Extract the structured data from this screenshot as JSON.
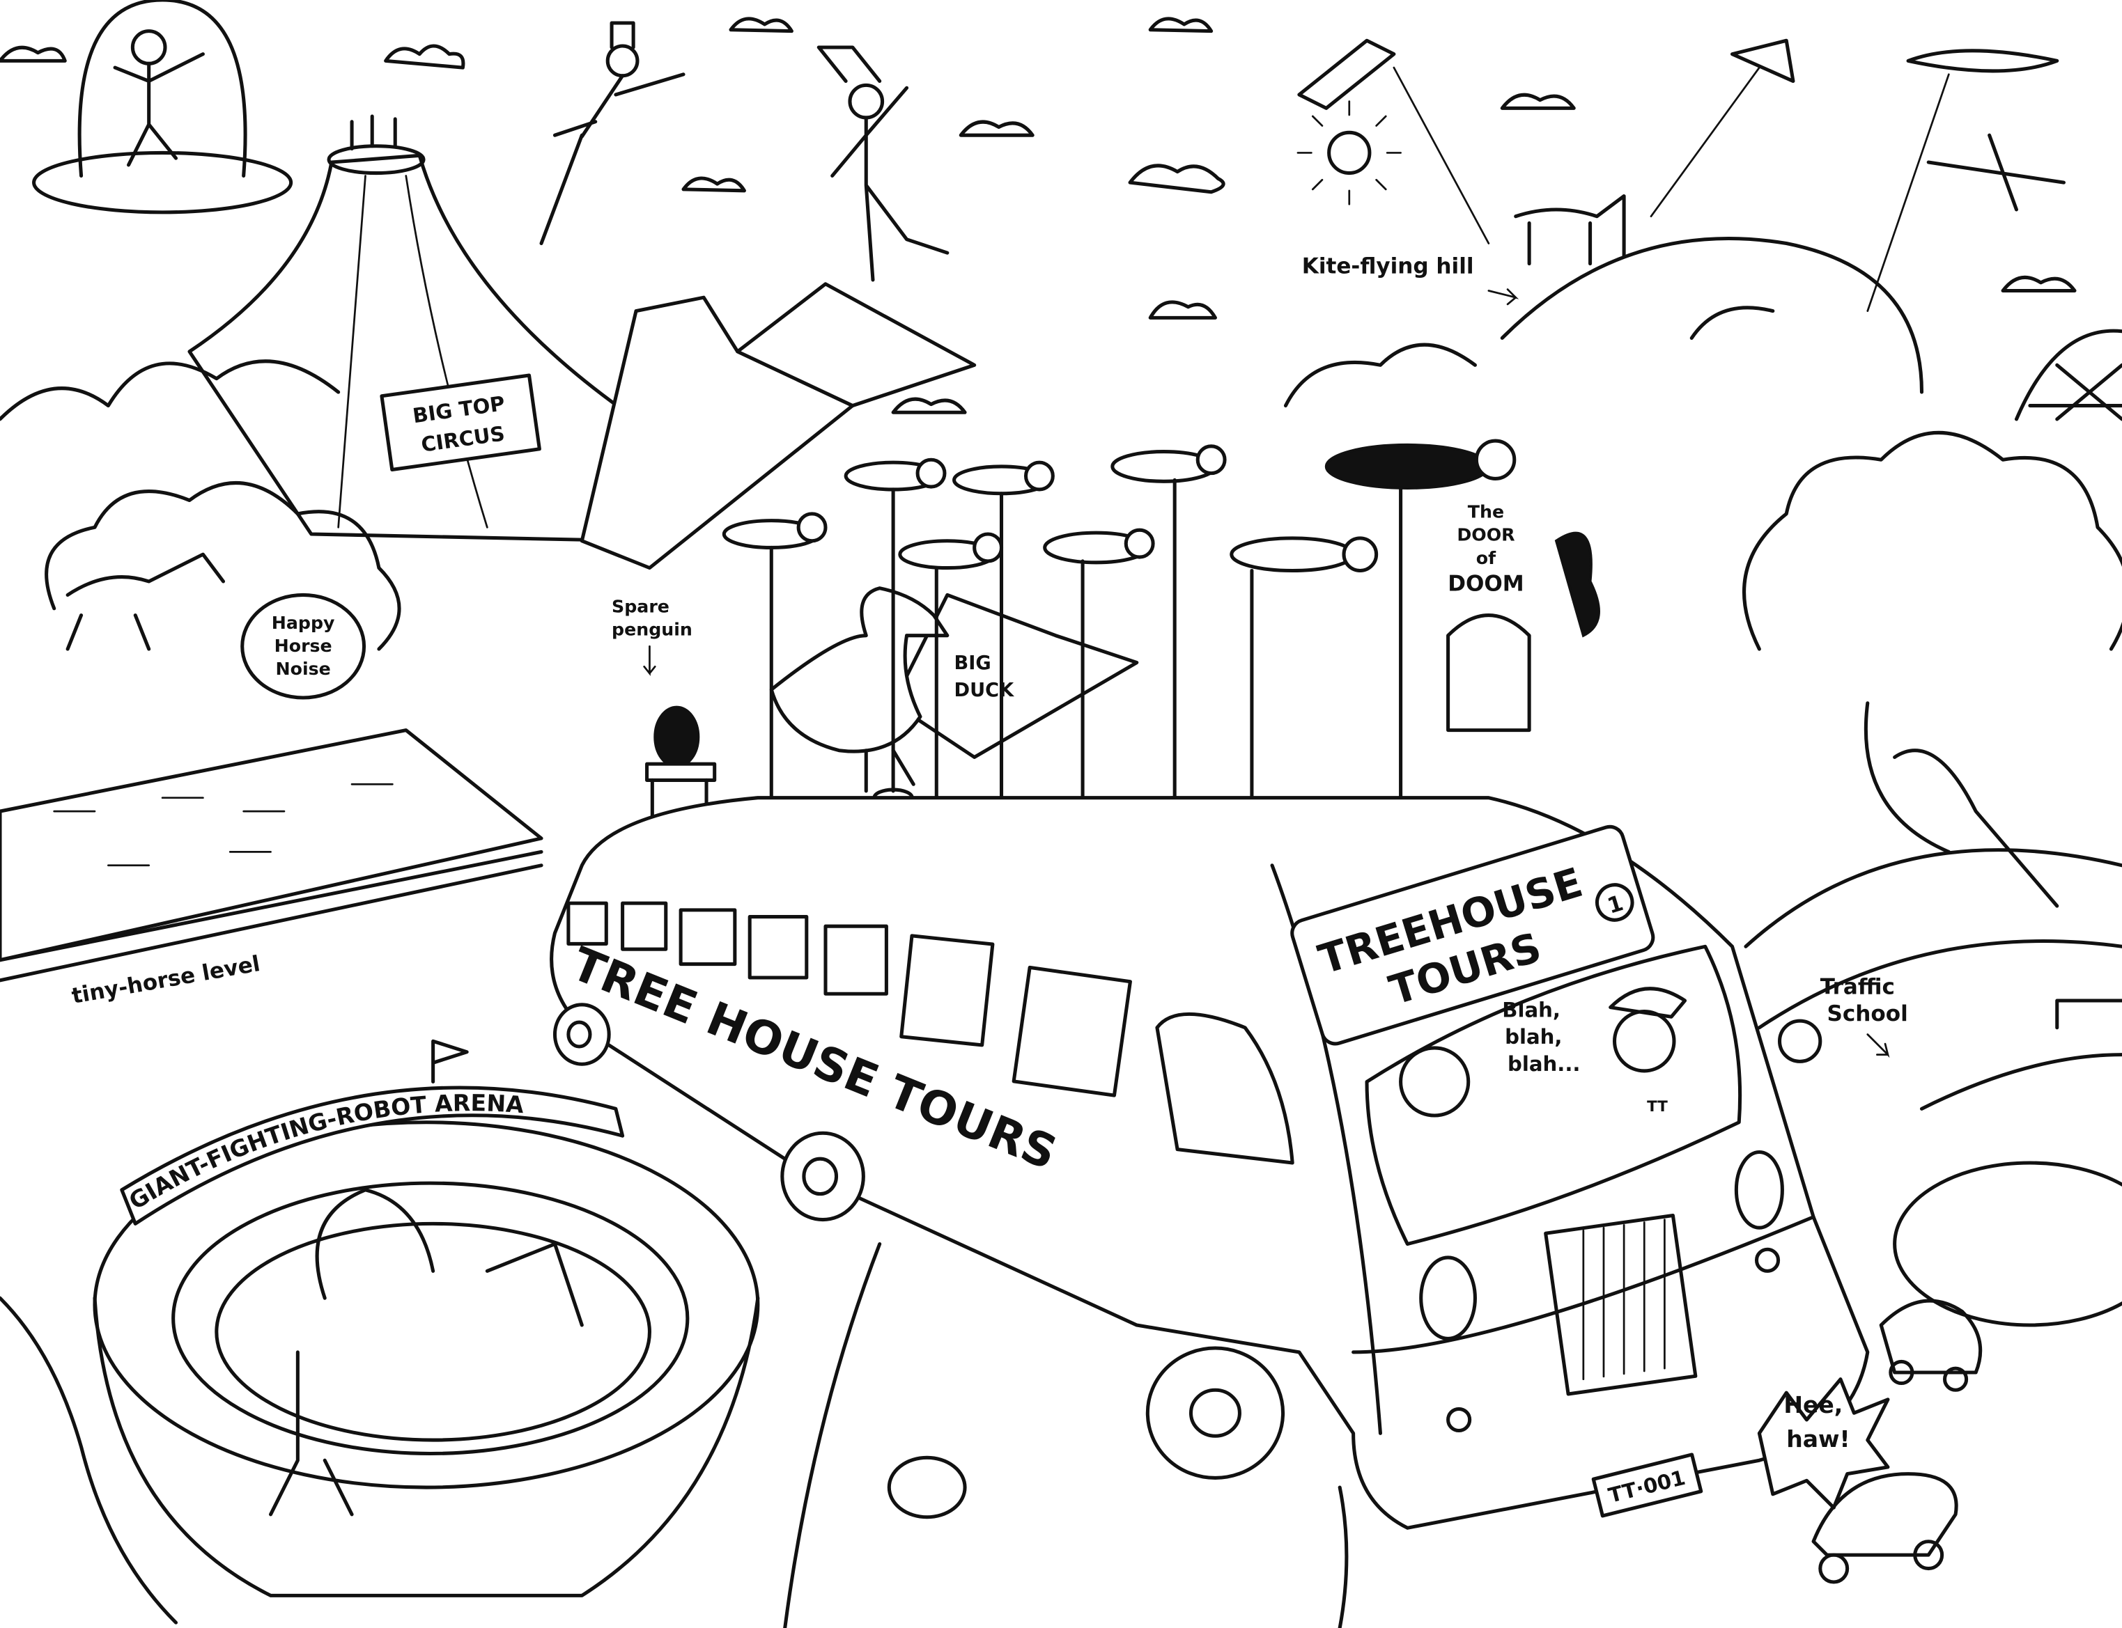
{
  "illustration": {
    "style": "black ink line drawing",
    "ink_color": "#111111",
    "paper_color": "#ffffff"
  },
  "labels": {
    "circus_sign": [
      "BIG TOP",
      "CIRCUS"
    ],
    "horse_bubble": [
      "Happy",
      "Horse",
      "Noise"
    ],
    "spare_penguin": [
      "Spare",
      "penguin"
    ],
    "big_duck": [
      "BIG",
      "DUCK"
    ],
    "door_of_doom": [
      "The",
      "DOOR",
      "of",
      "DOOM"
    ],
    "kite_hill": "Kite-flying hill",
    "tiny_horse": "tiny-horse level",
    "arena": "GIANT-FIGHTING-ROBOT ARENA",
    "bus_side": "TREE HOUSE TOURS",
    "bus_front_sign": [
      "TREEHOUSE",
      "TOURS"
    ],
    "bus_number": "1",
    "driver_speech": [
      "Blah,",
      "blah,",
      "blah..."
    ],
    "driver_badge": "TT",
    "traffic_school": [
      "Traffic",
      "School"
    ],
    "donkey_speech": [
      "Hee,",
      "haw!"
    ],
    "license_plate": "TT·001"
  }
}
